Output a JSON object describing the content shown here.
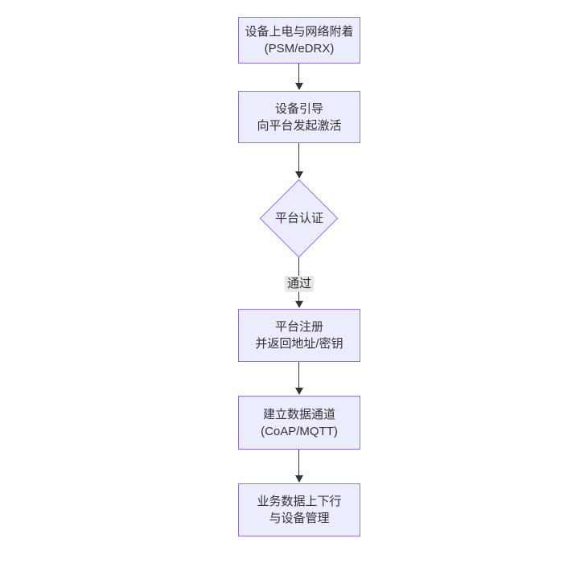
{
  "diagram_type": "flowchart-top-down",
  "colors": {
    "background": "#ffffff",
    "node_fill": "#ECECFF",
    "node_border": "#9370DB",
    "edge_color": "#333333",
    "text_color": "#333333",
    "edge_label_background": "#e8e8e8"
  },
  "flowchart": {
    "nodes": [
      {
        "id": "power-attach",
        "shape": "rect",
        "line1": "设备上电与网络附着",
        "line2": "(PSM/eDRX)"
      },
      {
        "id": "bootstrap",
        "shape": "rect",
        "line1": "设备引导",
        "line2": "向平台发起激活"
      },
      {
        "id": "auth",
        "shape": "diamond",
        "line1": "平台认证",
        "line2": ""
      },
      {
        "id": "register",
        "shape": "rect",
        "line1": "平台注册",
        "line2": "并返回地址/密钥"
      },
      {
        "id": "channel",
        "shape": "rect",
        "line1": "建立数据通道",
        "line2": "(CoAP/MQTT)"
      },
      {
        "id": "business",
        "shape": "rect",
        "line1": "业务数据上下行",
        "line2": "与设备管理"
      }
    ],
    "edges": [
      {
        "from": "power-attach",
        "to": "bootstrap",
        "label": ""
      },
      {
        "from": "bootstrap",
        "to": "auth",
        "label": ""
      },
      {
        "from": "auth",
        "to": "register",
        "label": "通过"
      },
      {
        "from": "register",
        "to": "channel",
        "label": ""
      },
      {
        "from": "channel",
        "to": "business",
        "label": ""
      }
    ]
  }
}
